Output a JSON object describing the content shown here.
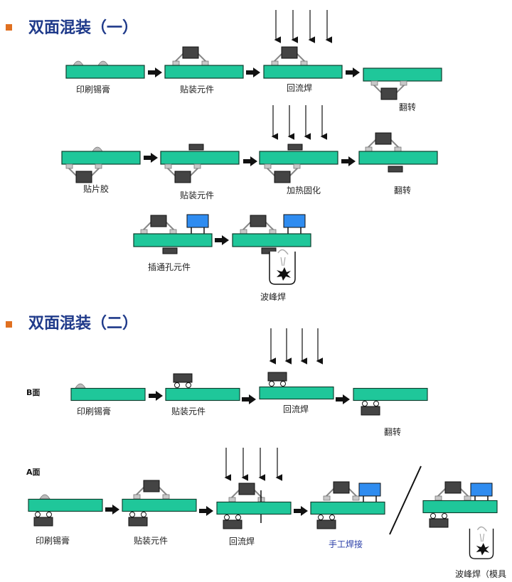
{
  "section1": {
    "title": "双面混装（一）",
    "row1": [
      "印刷锡膏",
      "贴装元件",
      "回流焊",
      "翻转"
    ],
    "row2": [
      "贴片胶",
      "贴装元件",
      "加热固化",
      "翻转"
    ],
    "row3": [
      "插通孔元件",
      "波峰焊"
    ]
  },
  "section2": {
    "title": "双面混装（二）",
    "sideB": "B面",
    "rowB": [
      "印刷锡膏",
      "贴装元件",
      "回流焊",
      "翻转"
    ],
    "sideA": "A面",
    "rowA": [
      "印刷锡膏",
      "贴装元件",
      "回流焊",
      "手工焊接",
      "波峰焊（模具"
    ]
  },
  "colors": {
    "board": "#1fc79a",
    "chip": "#444444",
    "lead": "#bbbbbb",
    "through_hole": "#2f8cf0",
    "title": "#1f3a8a",
    "bullet": "#e07020"
  }
}
